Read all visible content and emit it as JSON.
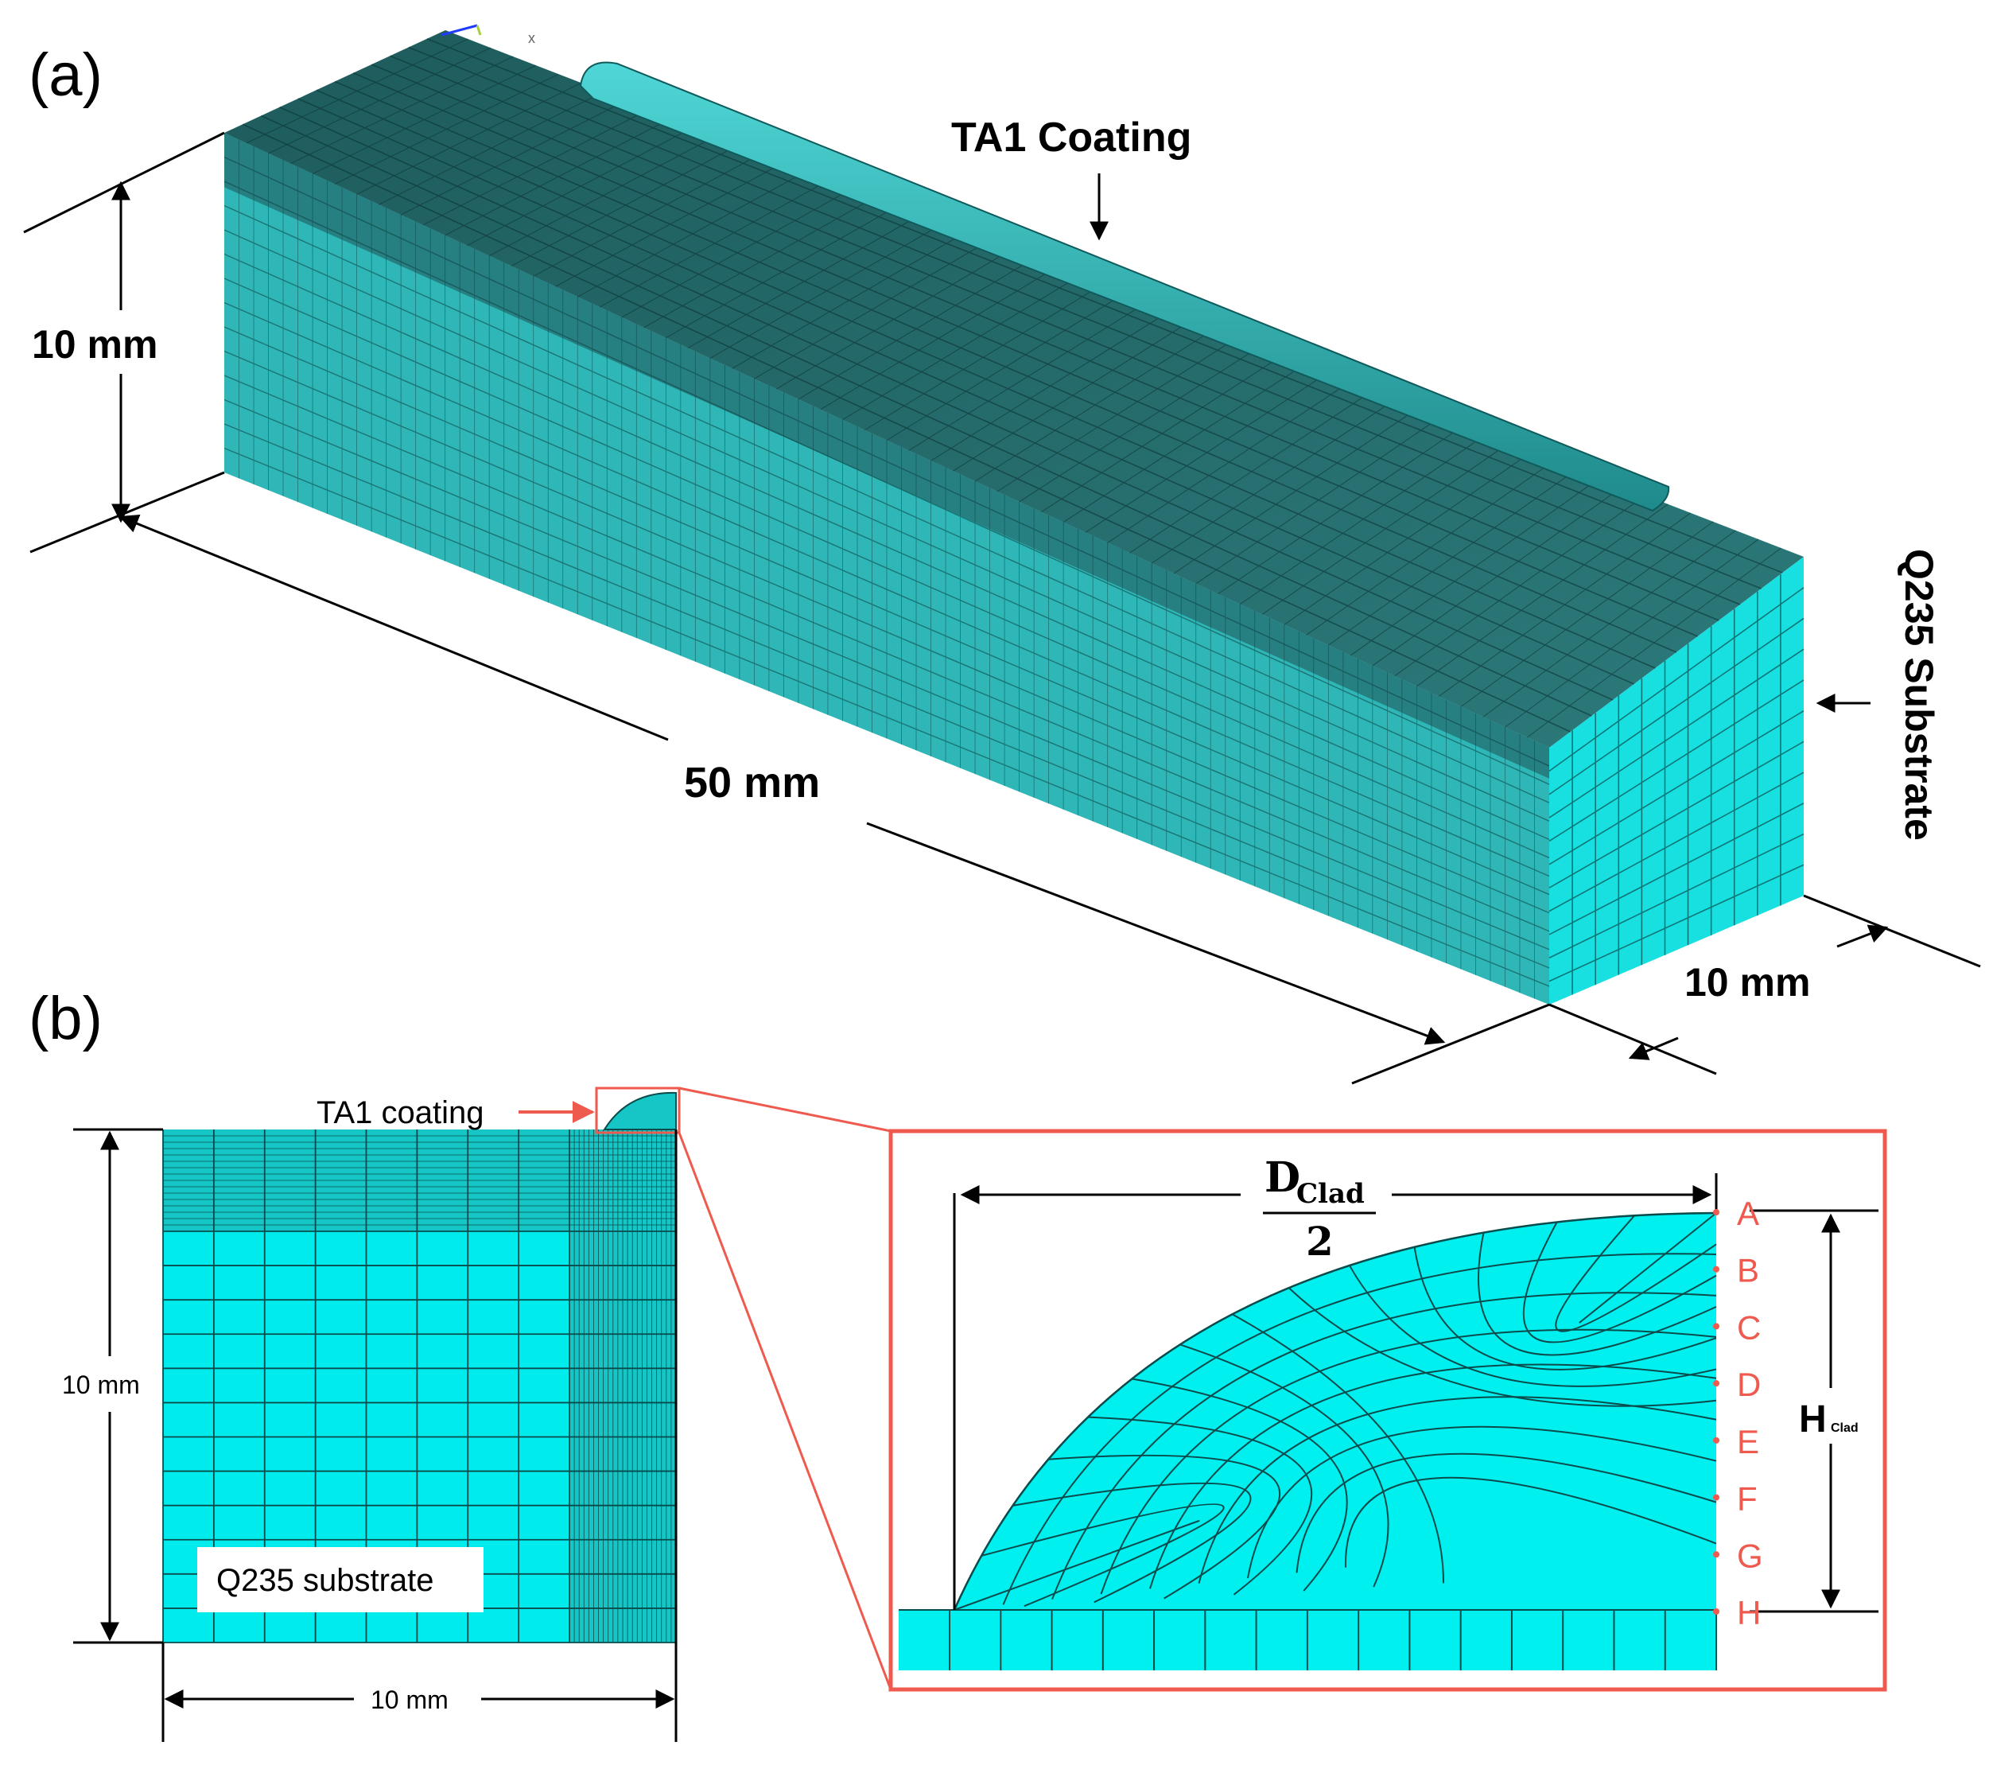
{
  "panel_a": {
    "label": "(a)",
    "coating_label": "TA1 Coating",
    "substrate_label": "Q235 Substrate",
    "height_dim": "10 mm",
    "length_dim": "50 mm",
    "width_dim": "10 mm",
    "axis_glyph": "x"
  },
  "panel_b": {
    "label": "(b)",
    "coating_label": "TA1 coating",
    "substrate_label": "Q235 substrate",
    "height_dim": "10 mm",
    "width_dim": "10 mm",
    "inset": {
      "d_symbol": "D",
      "d_sub": "Clad",
      "d_den": "2",
      "h_symbol": "H",
      "h_sub": "Clad",
      "points": [
        "A",
        "B",
        "C",
        "D",
        "E",
        "F",
        "G",
        "H"
      ]
    }
  },
  "colors": {
    "mesh_light": "#00e8e8",
    "mesh_dark": "#1f6f70",
    "mesh_mid": "#2aa6a6",
    "accent_red": "#ef5a4f"
  }
}
